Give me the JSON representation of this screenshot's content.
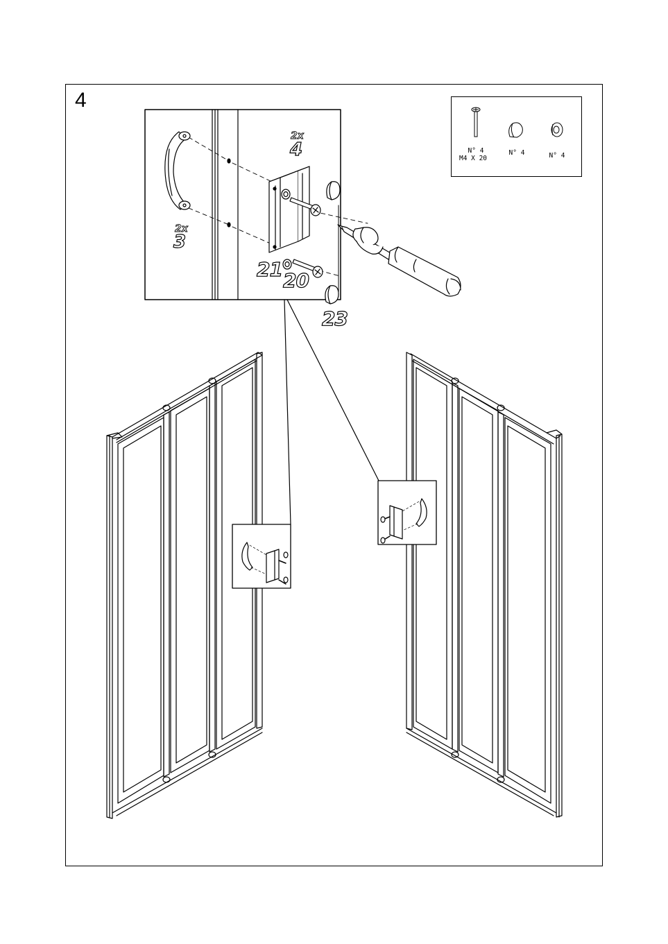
{
  "step": {
    "number": "4"
  },
  "hardware": [
    {
      "icon": "screw-icon",
      "label_line1": "N° 4",
      "label_line2": "M4 X 20"
    },
    {
      "icon": "cap-icon",
      "label_line1": "N° 4",
      "label_line2": ""
    },
    {
      "icon": "washer-icon",
      "label_line1": "N° 4",
      "label_line2": ""
    }
  ],
  "detail": {
    "handle_qty": "2x",
    "handle_part": "3",
    "bracket_qty": "2x",
    "bracket_part": "4",
    "washer_part": "21",
    "screw_part": "20",
    "cap_part": "23"
  },
  "colors": {
    "line": "#000000",
    "background": "#ffffff"
  }
}
